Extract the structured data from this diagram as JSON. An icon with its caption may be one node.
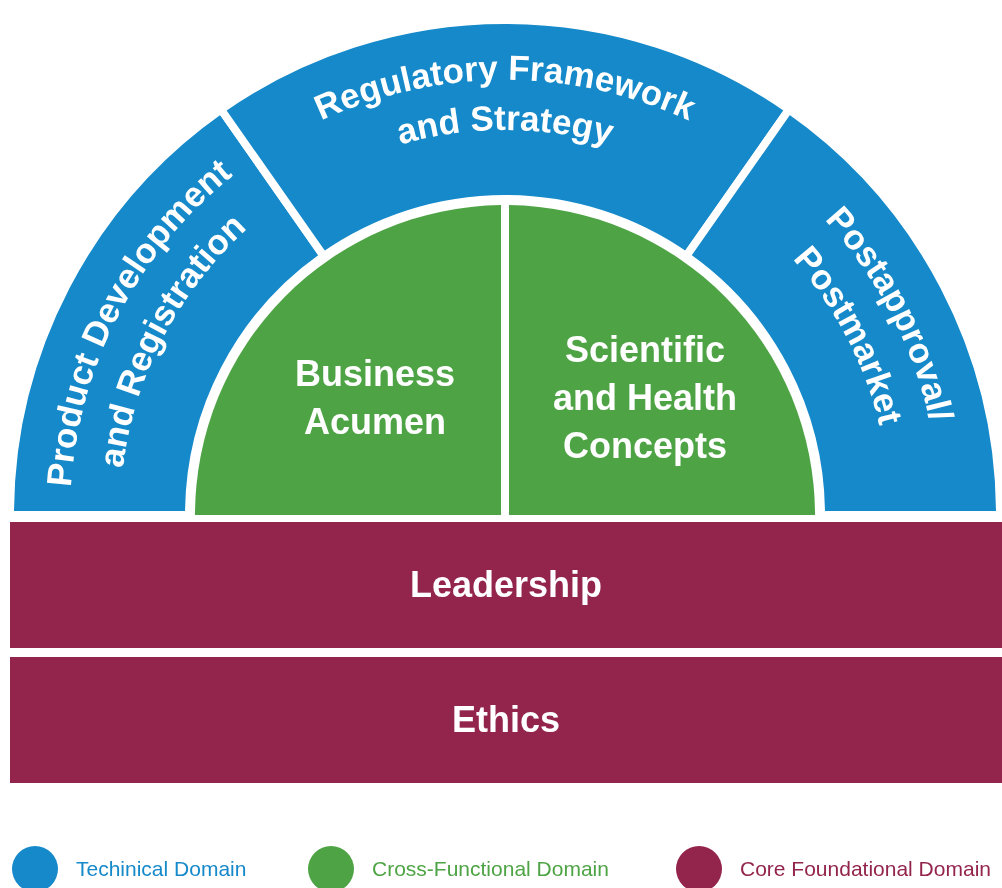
{
  "diagram": {
    "nodes": [
      {
        "text": [
          "Product Development and Registration"
        ]
      },
      {
        "text": [
          "Regulatory Framework and Strategy"
        ]
      },
      {
        "text": [
          "Postapproval/ Postmarket"
        ]
      },
      {
        "text": [
          "Business Acumen"
        ]
      },
      {
        "text": [
          "Scientific and Health Concepts"
        ]
      },
      {
        "text": [
          "Leadership"
        ]
      },
      {
        "text": [
          "Ethics"
        ]
      }
    ],
    "legend": [
      {
        "text": "Techinical Domain",
        "color": "#1589c9"
      },
      {
        "text": "Cross-Functional Domain",
        "color": "#4ea445"
      },
      {
        "text": "Core Foundational Domain",
        "color": "#93244c"
      }
    ]
  }
}
